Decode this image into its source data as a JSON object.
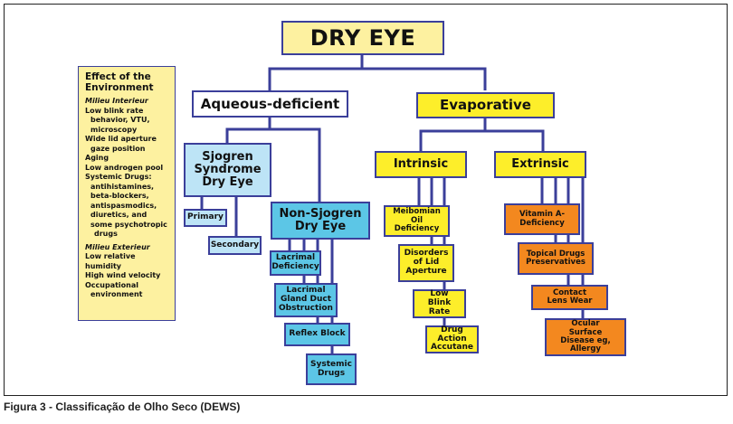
{
  "colors": {
    "connector": "#3b3f9a",
    "root_fill": "#fdf1a0",
    "evaporative_fill": "#fdee2a",
    "sjogren_fill": "#bde4f6",
    "non_sjogren_fill": "#5cc6e6",
    "extrinsic_child_fill": "#f3881f"
  },
  "diagram": {
    "root": "DRY EYE",
    "aqueous": {
      "label": "Aqueous-deficient",
      "sjogren": {
        "label": "Sjogren Syndrome Dry Eye",
        "children": [
          "Primary",
          "Secondary"
        ]
      },
      "non_sjogren": {
        "label": "Non-Sjogren Dry Eye",
        "children": [
          "Lacrimal Deficiency",
          "Lacrimal Gland Duct Obstruction",
          "Reflex Block",
          "Systemic Drugs"
        ]
      }
    },
    "evaporative": {
      "label": "Evaporative",
      "intrinsic": {
        "label": "Intrinsic",
        "children": [
          "Meibomian Oil Deficiency",
          "Disorders of Lid Aperture",
          "Low Blink Rate",
          "Drug Action Accutane"
        ]
      },
      "extrinsic": {
        "label": "Extrinsic",
        "children": [
          "Vitamin A-Deficiency",
          "Topical Drugs Preservatives",
          "Contact Lens Wear",
          "Ocular Surface Disease eg, Allergy"
        ]
      }
    }
  },
  "environment": {
    "title": "Effect of the Environment",
    "milieu_interieur": {
      "heading": "Milieu Interieur",
      "lines": [
        "Low blink rate",
        "behavior, VTU,",
        "microscopy",
        "Wide lid aperture",
        "gaze position",
        "Aging",
        "Low androgen pool",
        "Systemic Drugs:",
        "antihistamines,",
        "beta-blockers,",
        "antispasmodics,",
        "diuretics, and",
        "some psychotropic",
        "drugs"
      ]
    },
    "milieu_exterieur": {
      "heading": "Milieu Exterieur",
      "lines": [
        "Low relative humidity",
        "High wind velocity",
        "Occupational",
        "environment"
      ]
    }
  },
  "caption": "Figura 3 - Classificação de Olho Seco (DEWS)"
}
